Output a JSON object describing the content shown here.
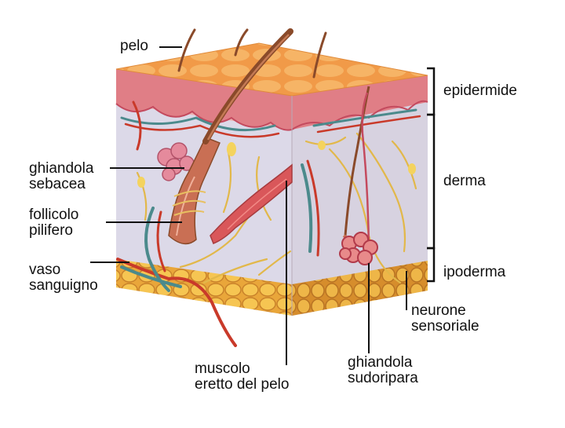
{
  "diagram": {
    "labels": {
      "pelo": "pelo",
      "ghiandola_sebacea": [
        "ghiandola",
        "sebacea"
      ],
      "follicolo_pilifero": [
        "follicolo",
        "pilifero"
      ],
      "vaso_sanguigno": [
        "vaso",
        "sanguigno"
      ],
      "muscolo_eretto": [
        "muscolo",
        "eretto del pelo"
      ],
      "ghiandola_sudoripara": [
        "ghiandola",
        "sudoripara"
      ],
      "neurone_sensoriale": [
        "neurone",
        "sensoriale"
      ],
      "epidermide": "epidermide",
      "derma": "derma",
      "ipoderma": "ipoderma"
    }
  },
  "colors": {
    "epidermis": "#e98a7e",
    "skin_top": "#f2a25a",
    "dermis": "#dcd7e6",
    "hypodermis": "#e8a53a",
    "hair": "#8a4a2a",
    "nerve": "#e2b84a",
    "vessel_red": "#c93a2a",
    "vessel_teal": "#4b8a8c",
    "leader": "#111111"
  }
}
